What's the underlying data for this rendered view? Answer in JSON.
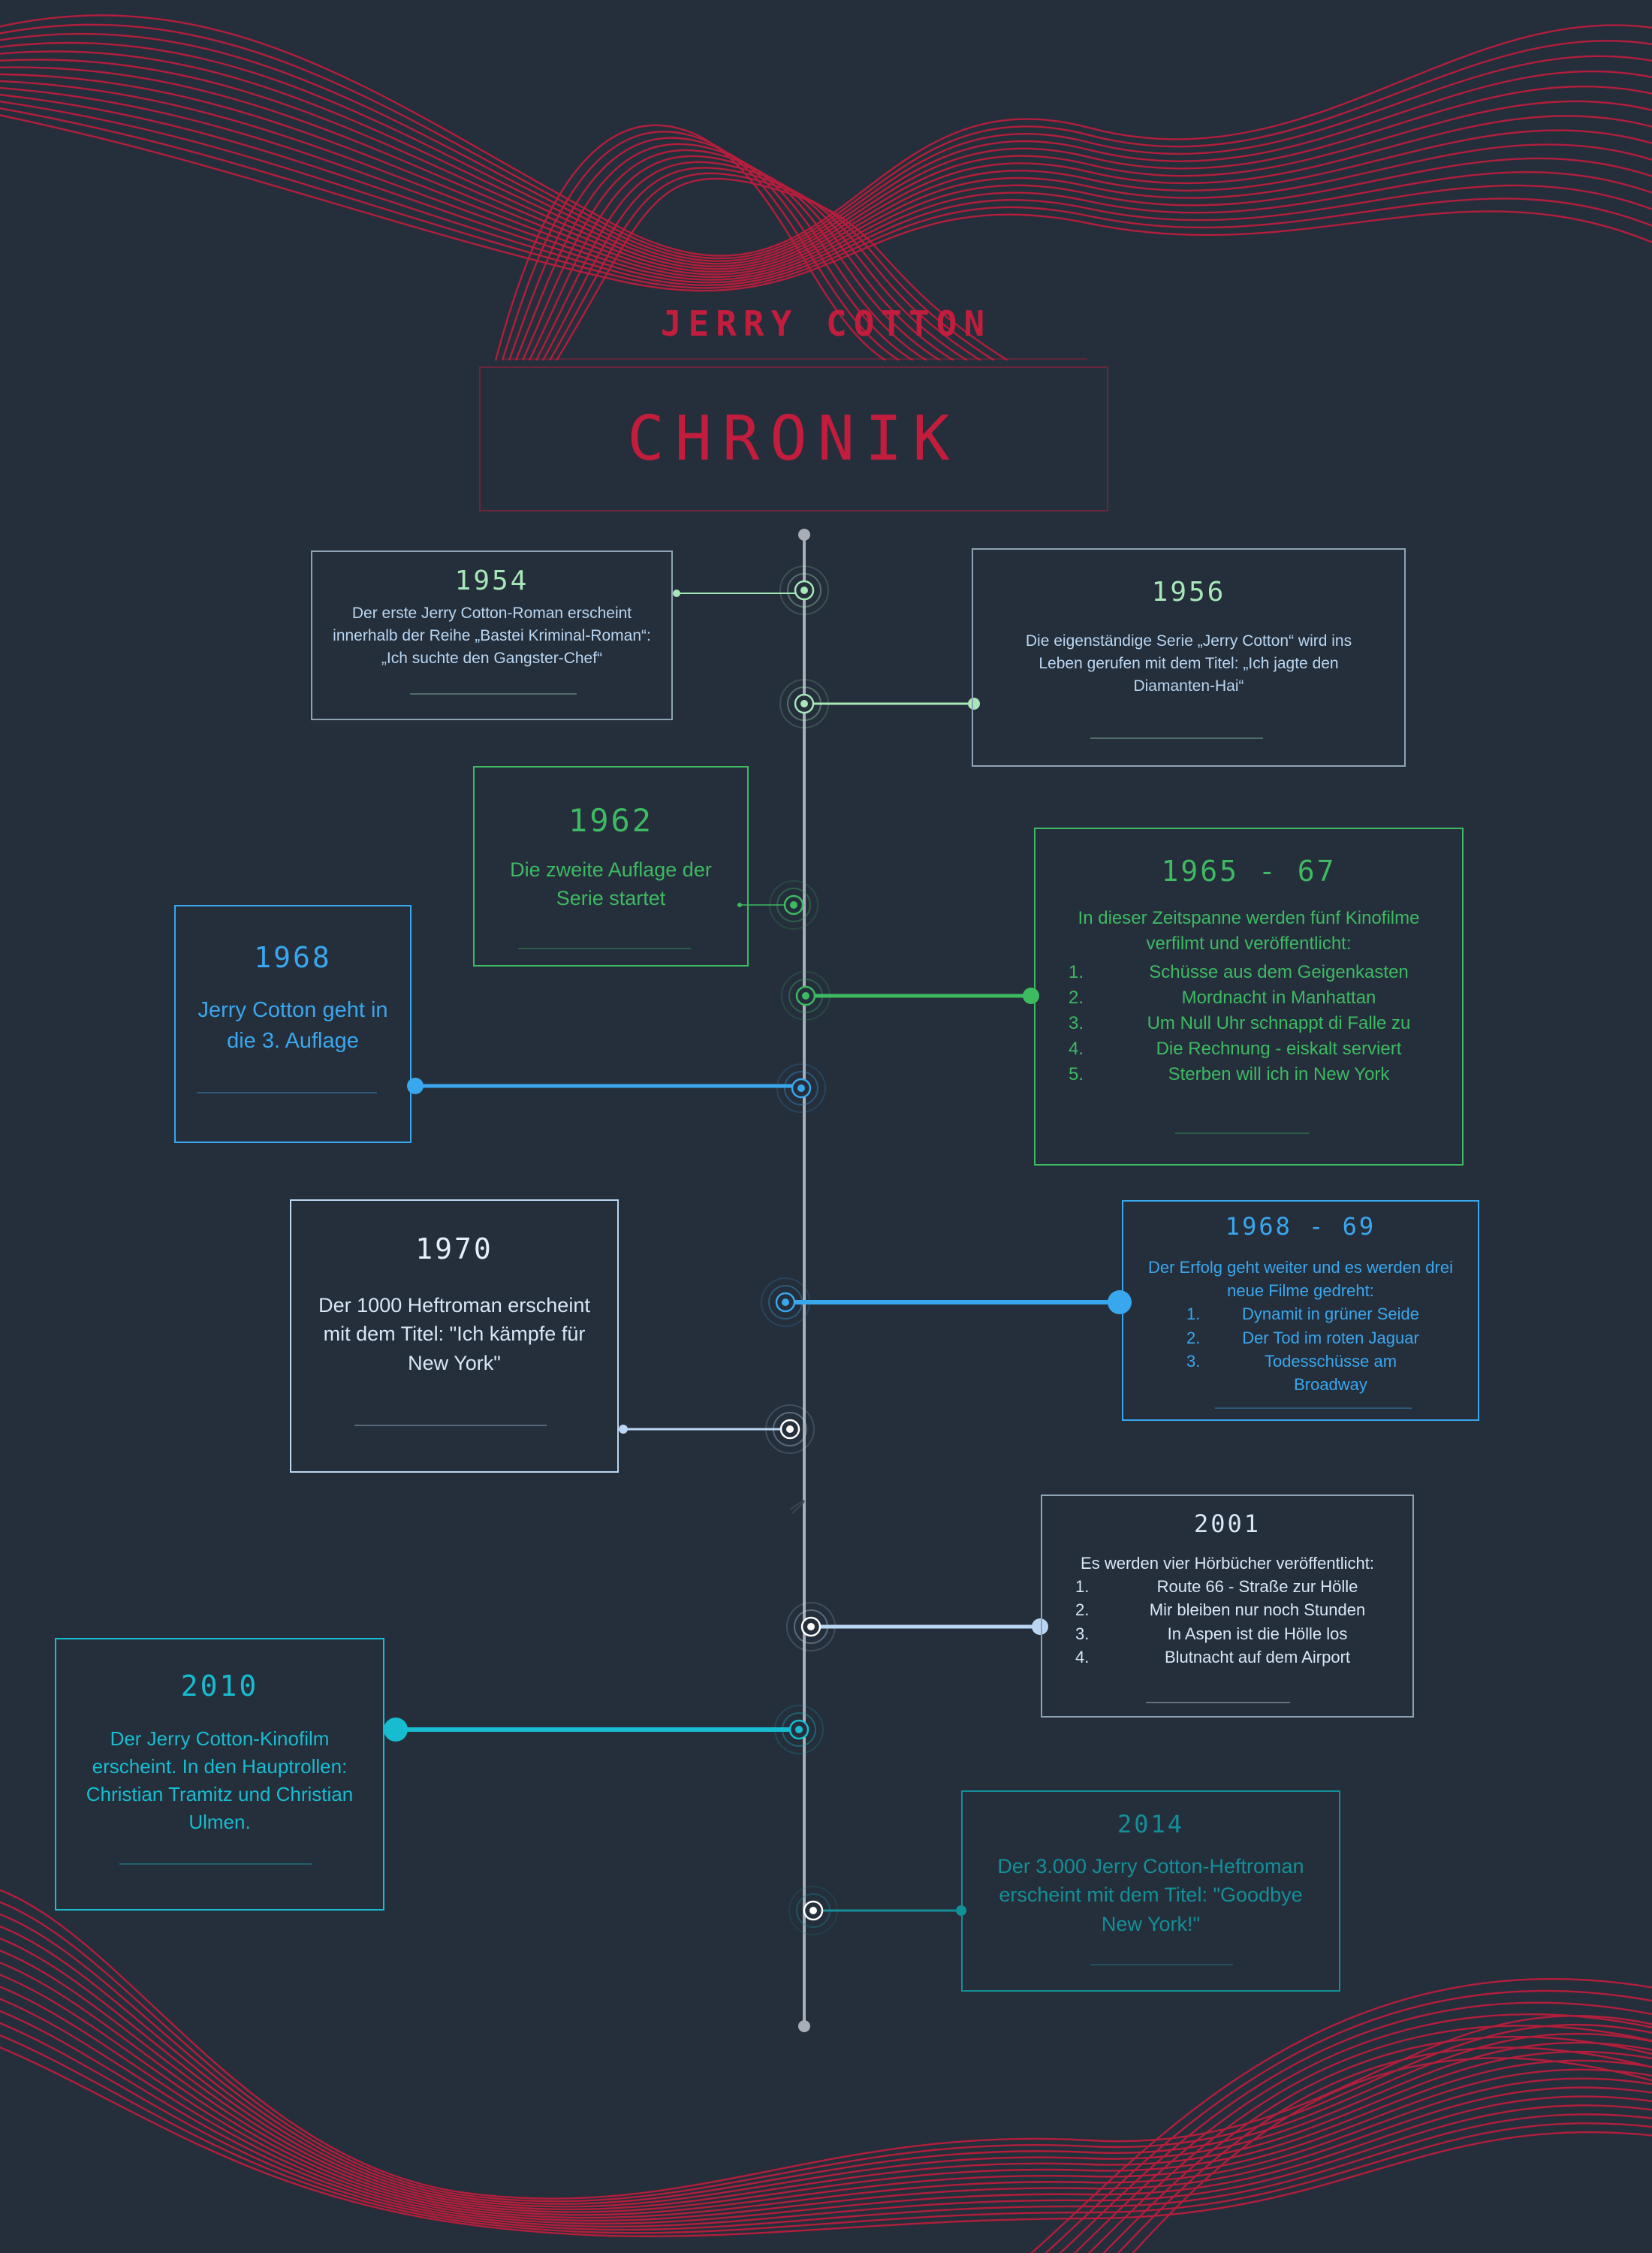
{
  "header": {
    "super_title": "JERRY COTTON",
    "title": "CHRONIK"
  },
  "colors": {
    "background": "#252e3b",
    "wave": "#c21d3c",
    "title": "#c21d3c",
    "spine": "#a9aeb6",
    "mint": "#a7e8b9",
    "green": "#3dba62",
    "blue": "#39a7ee",
    "pale_blue": "#b9d6f2",
    "cyan": "#17bcd0",
    "teal": "#138f98"
  },
  "events": [
    {
      "id": "1954",
      "year": "1954",
      "text": "Der erste Jerry Cotton-Roman erscheint innerhalb der Reihe „Bastei Kriminal-Roman“: „Ich suchte den Gangster-Chef“"
    },
    {
      "id": "1956",
      "year": "1956",
      "text": "Die eigenständige Serie „Jerry Cotton“ wird ins Leben gerufen mit dem Titel: „Ich jagte den Diamanten-Hai“"
    },
    {
      "id": "1962",
      "year": "1962",
      "text": "Die zweite Auflage der Serie startet"
    },
    {
      "id": "1965",
      "year": "1965 - 67",
      "text": "In dieser Zeitspanne werden fünf Kinofilme verfilmt und veröffentlicht:",
      "list": [
        {
          "num": "1.",
          "label": "Schüsse aus dem Geigenkasten"
        },
        {
          "num": "2.",
          "label": "Mordnacht in Manhattan"
        },
        {
          "num": "3.",
          "label": "Um Null Uhr schnappt di Falle zu"
        },
        {
          "num": "4.",
          "label": "Die Rechnung - eiskalt serviert"
        },
        {
          "num": "5.",
          "label": "Sterben will ich in New York"
        }
      ]
    },
    {
      "id": "1968",
      "year": "1968",
      "text": "Jerry Cotton geht in die 3. Auflage"
    },
    {
      "id": "1970",
      "year": "1970",
      "text": "Der 1000 Heftroman erscheint mit dem Titel: \"Ich kämpfe für New York\""
    },
    {
      "id": "1968b",
      "year": "1968 - 69",
      "text": "Der Erfolg geht weiter und es werden drei neue Filme gedreht:",
      "list": [
        {
          "num": "1.",
          "label": "Dynamit in grüner Seide"
        },
        {
          "num": "2.",
          "label": "Der Tod im roten Jaguar"
        },
        {
          "num": "3.",
          "label": "Todesschüsse am Broadway"
        }
      ]
    },
    {
      "id": "2001",
      "year": "2001",
      "text": "Es werden vier Hörbücher veröffentlicht:",
      "list": [
        {
          "num": "1.",
          "label": "Route 66 - Straße zur Hölle"
        },
        {
          "num": "2.",
          "label": "Mir bleiben nur noch Stunden"
        },
        {
          "num": "3.",
          "label": "In Aspen ist die Hölle los"
        },
        {
          "num": "4.",
          "label": "Blutnacht auf dem Airport"
        }
      ]
    },
    {
      "id": "2010",
      "year": "2010",
      "text": "Der Jerry Cotton-Kinofilm erscheint. In den Hauptrollen: Christian Tramitz und Christian Ulmen."
    },
    {
      "id": "2014",
      "year": "2014",
      "text": "Der 3.000 Jerry Cotton-Heftroman erscheint mit dem Titel: \"Goodbye New York!\""
    }
  ]
}
